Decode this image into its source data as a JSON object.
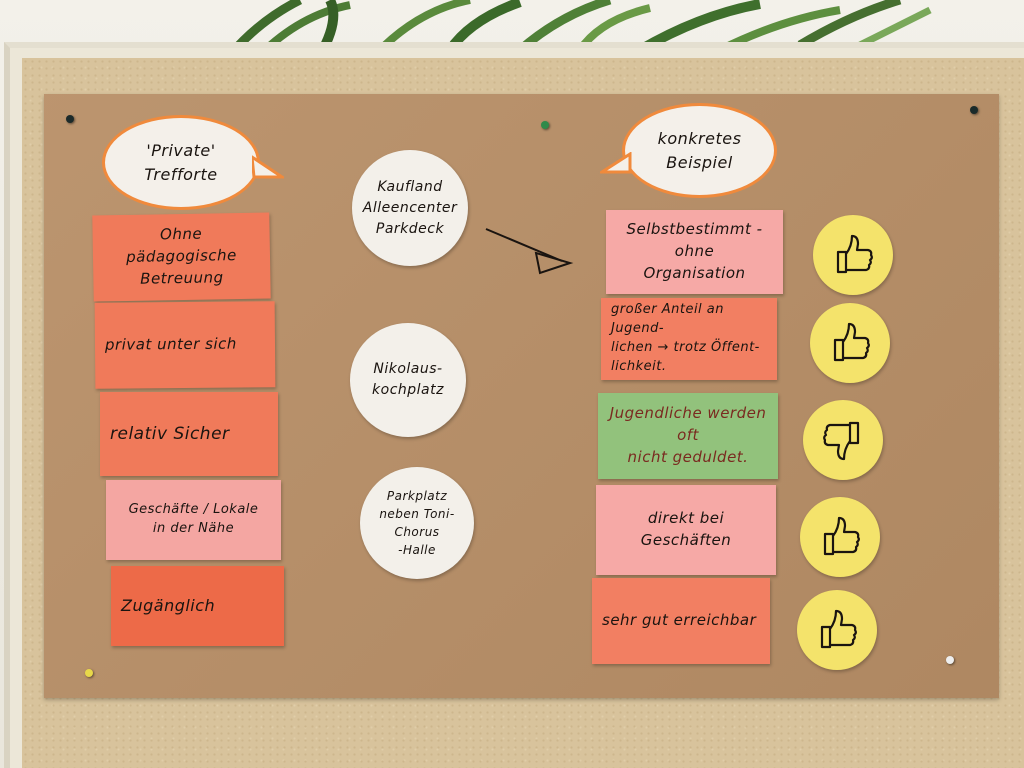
{
  "header_bubbles": {
    "left": "'Private'\nTrefforte",
    "right": "konkretes\nBeispiel"
  },
  "left_notes": [
    {
      "text": "Ohne pädagogische\nBetreuung",
      "color": "#f07a5a"
    },
    {
      "text": "privat unter sich",
      "color": "#f07a5a"
    },
    {
      "text": "relativ Sicher",
      "color": "#f07a5a"
    },
    {
      "text": "Geschäfte / Lokale\nin der Nähe",
      "color": "#f4a6a2"
    },
    {
      "text": "Zugänglich",
      "color": "#ed6a48"
    }
  ],
  "circles": [
    "Kaufland\nAlleencenter\nParkdeck",
    "Nikolaus-\nkochplatz",
    "Parkplatz\nneben Toni-Chorus\n-Halle"
  ],
  "right_notes": [
    {
      "text": "Selbstbestimmt - ohne\nOrganisation",
      "color": "#f6a9a6",
      "thumb": "up"
    },
    {
      "text": "großer Anteil an Jugend-\nlichen → trotz Öffent-\nlichkeit.",
      "color": "#f27f62",
      "thumb": "up"
    },
    {
      "text": "Jugendliche werden oft\nnicht geduldet.",
      "color": "#92c27c",
      "thumb": "down"
    },
    {
      "text": "direkt bei Geschäften",
      "color": "#f6a9a6",
      "thumb": "up"
    },
    {
      "text": "sehr gut erreichbar",
      "color": "#f27f62",
      "thumb": "up"
    }
  ],
  "colors": {
    "paper": "#b88f67",
    "bubble_border": "#f08a3c",
    "thumb_disc": "#f4e36b"
  }
}
